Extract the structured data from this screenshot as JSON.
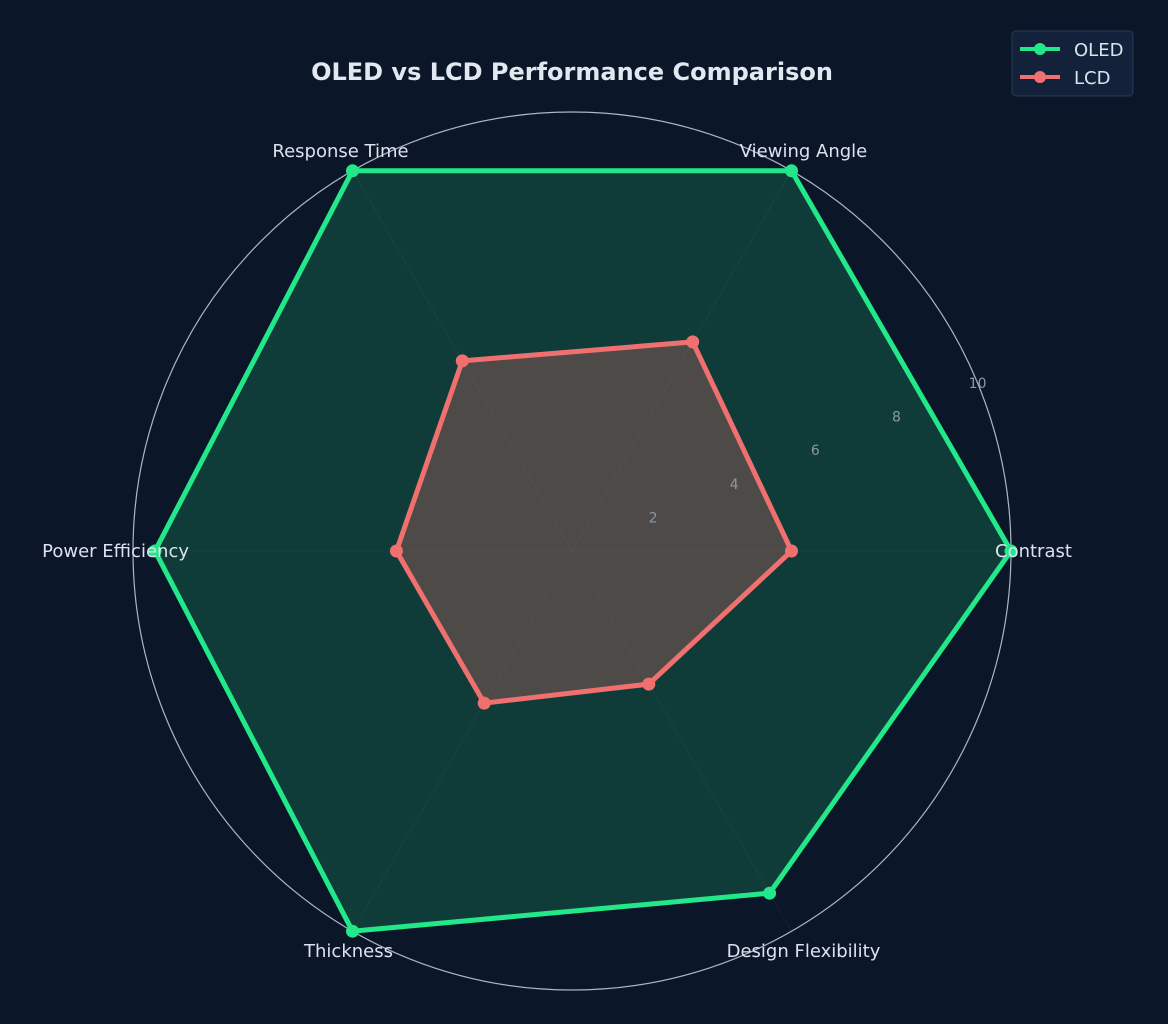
{
  "chart_data": {
    "type": "radar",
    "title": "OLED vs LCD Performance Comparison",
    "categories": [
      "Contrast",
      "Viewing Angle",
      "Response Time",
      "Power Efficiency",
      "Thickness",
      "Design Flexibility"
    ],
    "series": [
      {
        "name": "OLED",
        "values": [
          10,
          10,
          10,
          9.5,
          10,
          9
        ],
        "color": "#22e88a"
      },
      {
        "name": "LCD",
        "values": [
          5,
          5.5,
          5,
          4,
          4,
          3.5
        ],
        "color": "#f07070"
      }
    ],
    "radial_ticks": [
      2,
      4,
      6,
      8,
      10
    ],
    "rlim": [
      0,
      10
    ],
    "grid": true,
    "legend": "top-right"
  },
  "colors": {
    "background": "#0b1628",
    "grid": "#c9d1dc"
  }
}
